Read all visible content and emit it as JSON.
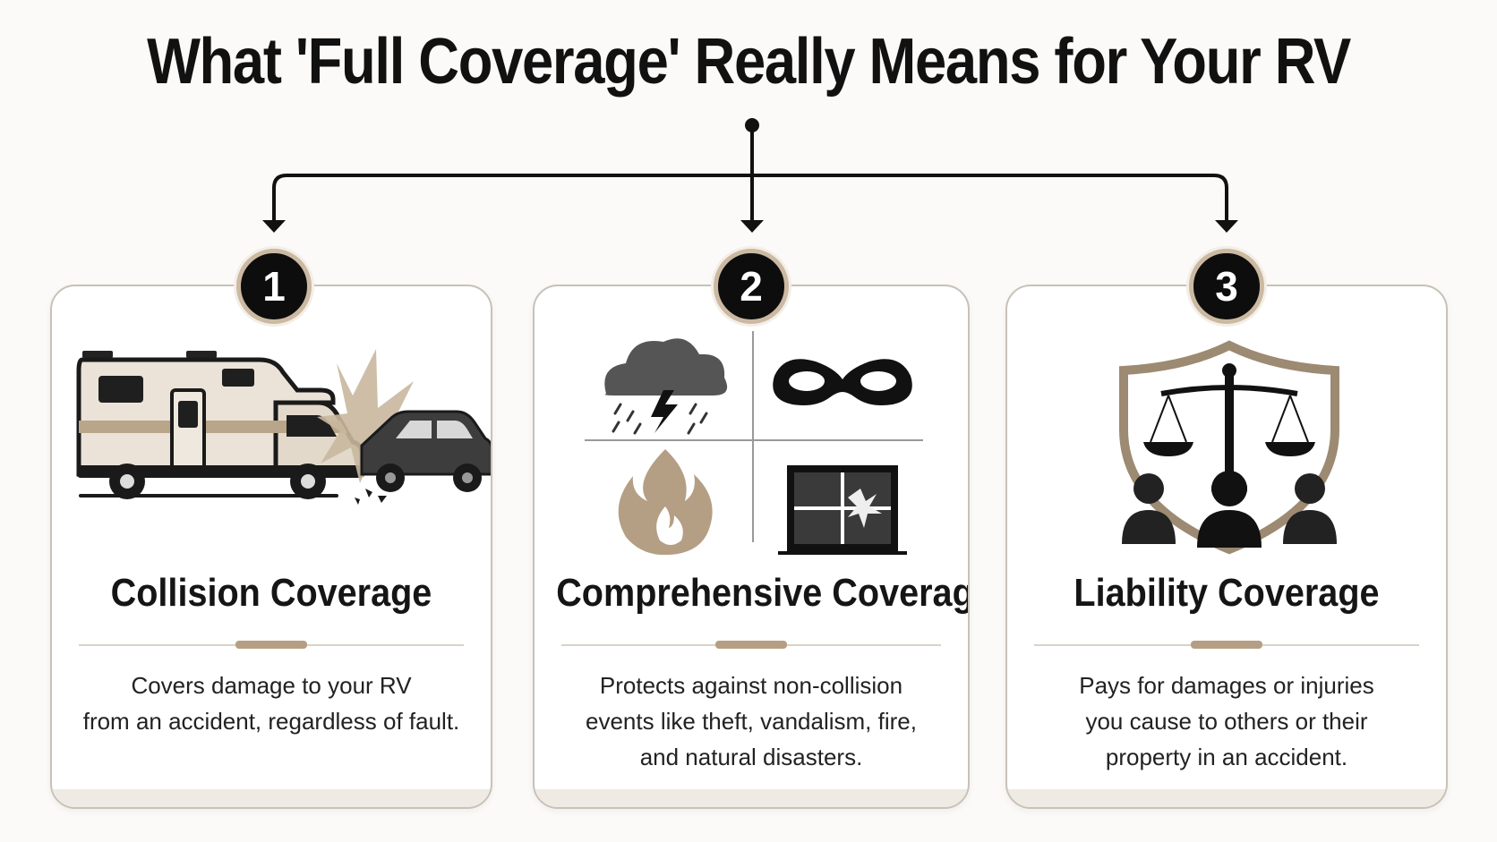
{
  "title": "What 'Full Coverage' Really Means for Your RV",
  "cards": [
    {
      "number": "1",
      "title": "Collision Coverage",
      "description_lines": [
        "Covers damage to your RV",
        "from an accident, regardless of fault."
      ],
      "icons": [
        "rv-icon",
        "collision-burst-icon",
        "car-icon"
      ]
    },
    {
      "number": "2",
      "title": "Comprehensive Coverage",
      "description_lines": [
        "Protects against non-collision",
        "events like theft, vandalism, fire,",
        "and natural disasters."
      ],
      "icons": [
        "storm-cloud-icon",
        "thief-mask-icon",
        "fire-icon",
        "broken-window-icon"
      ]
    },
    {
      "number": "3",
      "title": "Liability Coverage",
      "description_lines": [
        "Pays for damages or injuries",
        "you cause to others or their",
        "property in an accident."
      ],
      "icons": [
        "shield-icon",
        "scales-of-justice-icon",
        "people-icon"
      ]
    }
  ],
  "colors": {
    "accent": "#b49f84",
    "dark": "#0d0d0d",
    "card_border": "#c8c1b7",
    "background": "#fbfaf8"
  }
}
